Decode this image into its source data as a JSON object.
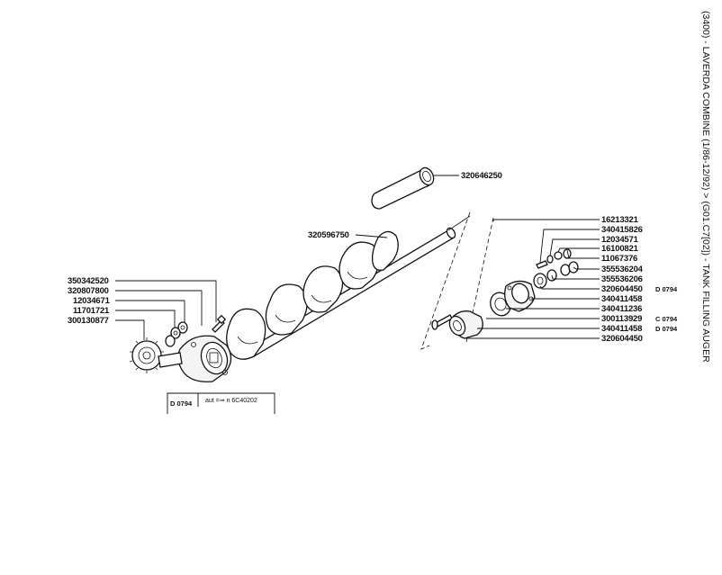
{
  "title": "(3400) - LAVERDA COMBINE (1/86-12/92) > (G01.C7[02]) - TANK FILLING AUGER",
  "note_box": {
    "code": "D 0794",
    "text": "aut =⇒ n 6C40202"
  },
  "callouts": {
    "tube": "320646250",
    "auger": "320596750",
    "left_1": "350342520",
    "left_2": "320807800",
    "left_3": "12034671",
    "left_4": "11701721",
    "left_5": "300130877",
    "r_1": "16213321",
    "r_2": "340415826",
    "r_3": "12034571",
    "r_4": "16100821",
    "r_5": "11067376",
    "r_6": "355536204",
    "r_7": "355536206",
    "r_8": "320604450",
    "r_8_code": "D 0794",
    "r_9": "340411458",
    "r_10": "340411236",
    "r_11": "300113929",
    "r_11_code": "C 0794",
    "r_12": "340411458",
    "r_12_code": "D 0794",
    "r_13": "320604450"
  }
}
